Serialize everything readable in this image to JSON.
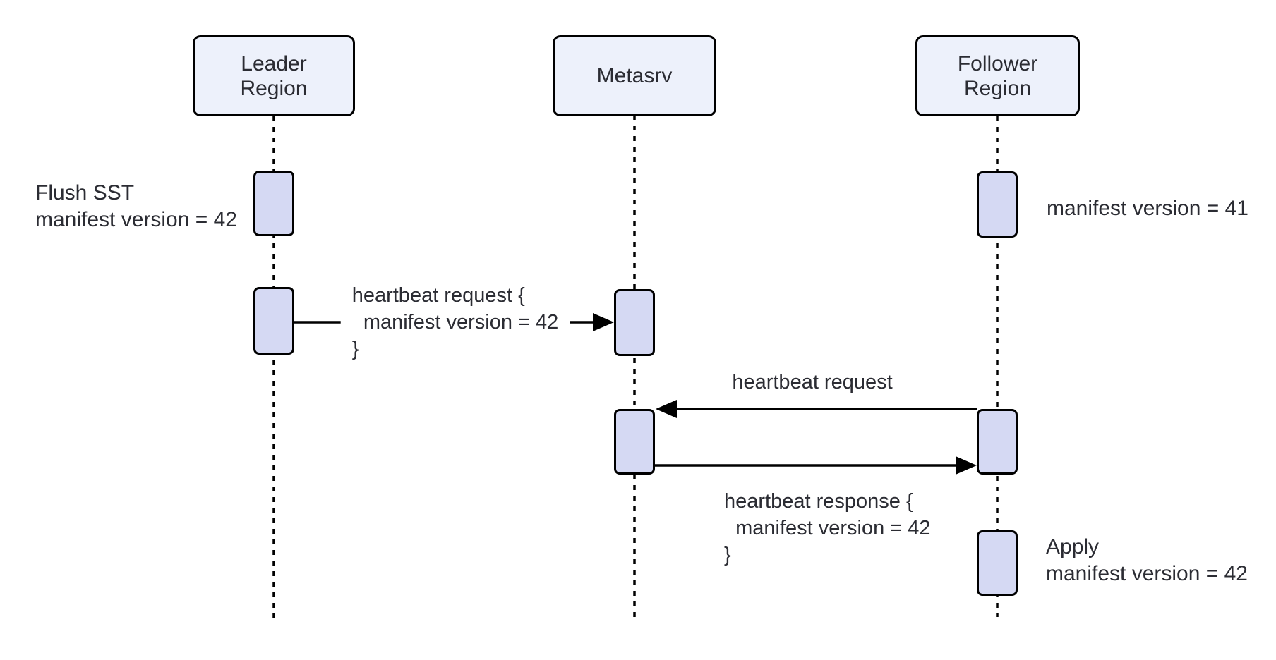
{
  "diagram": {
    "kind": "sequence-diagram",
    "colors": {
      "background": "#ffffff",
      "participant_fill": "#edf1fb",
      "activation_fill": "#d5d9f3",
      "line_and_border": "#000000",
      "text": "#2b2c33"
    },
    "participants": [
      {
        "id": "leader",
        "label": "Leader\nRegion"
      },
      {
        "id": "metasrv",
        "label": "Metasrv"
      },
      {
        "id": "follower",
        "label": "Follower\nRegion"
      }
    ],
    "messages": [
      {
        "from": "leader",
        "to": "metasrv",
        "text": "heartbeat request {\n  manifest version = 42\n}"
      },
      {
        "from": "follower",
        "to": "metasrv",
        "text": "heartbeat request"
      },
      {
        "from": "metasrv",
        "to": "follower",
        "text": "heartbeat response {\n  manifest version = 42\n}"
      }
    ],
    "notes": [
      {
        "near": "leader",
        "side": "left",
        "text": "Flush SST\nmanifest version = 42"
      },
      {
        "near": "follower",
        "side": "right",
        "text": "manifest version = 41"
      },
      {
        "near": "follower",
        "side": "right",
        "text": "Apply\nmanifest version = 42"
      }
    ]
  }
}
